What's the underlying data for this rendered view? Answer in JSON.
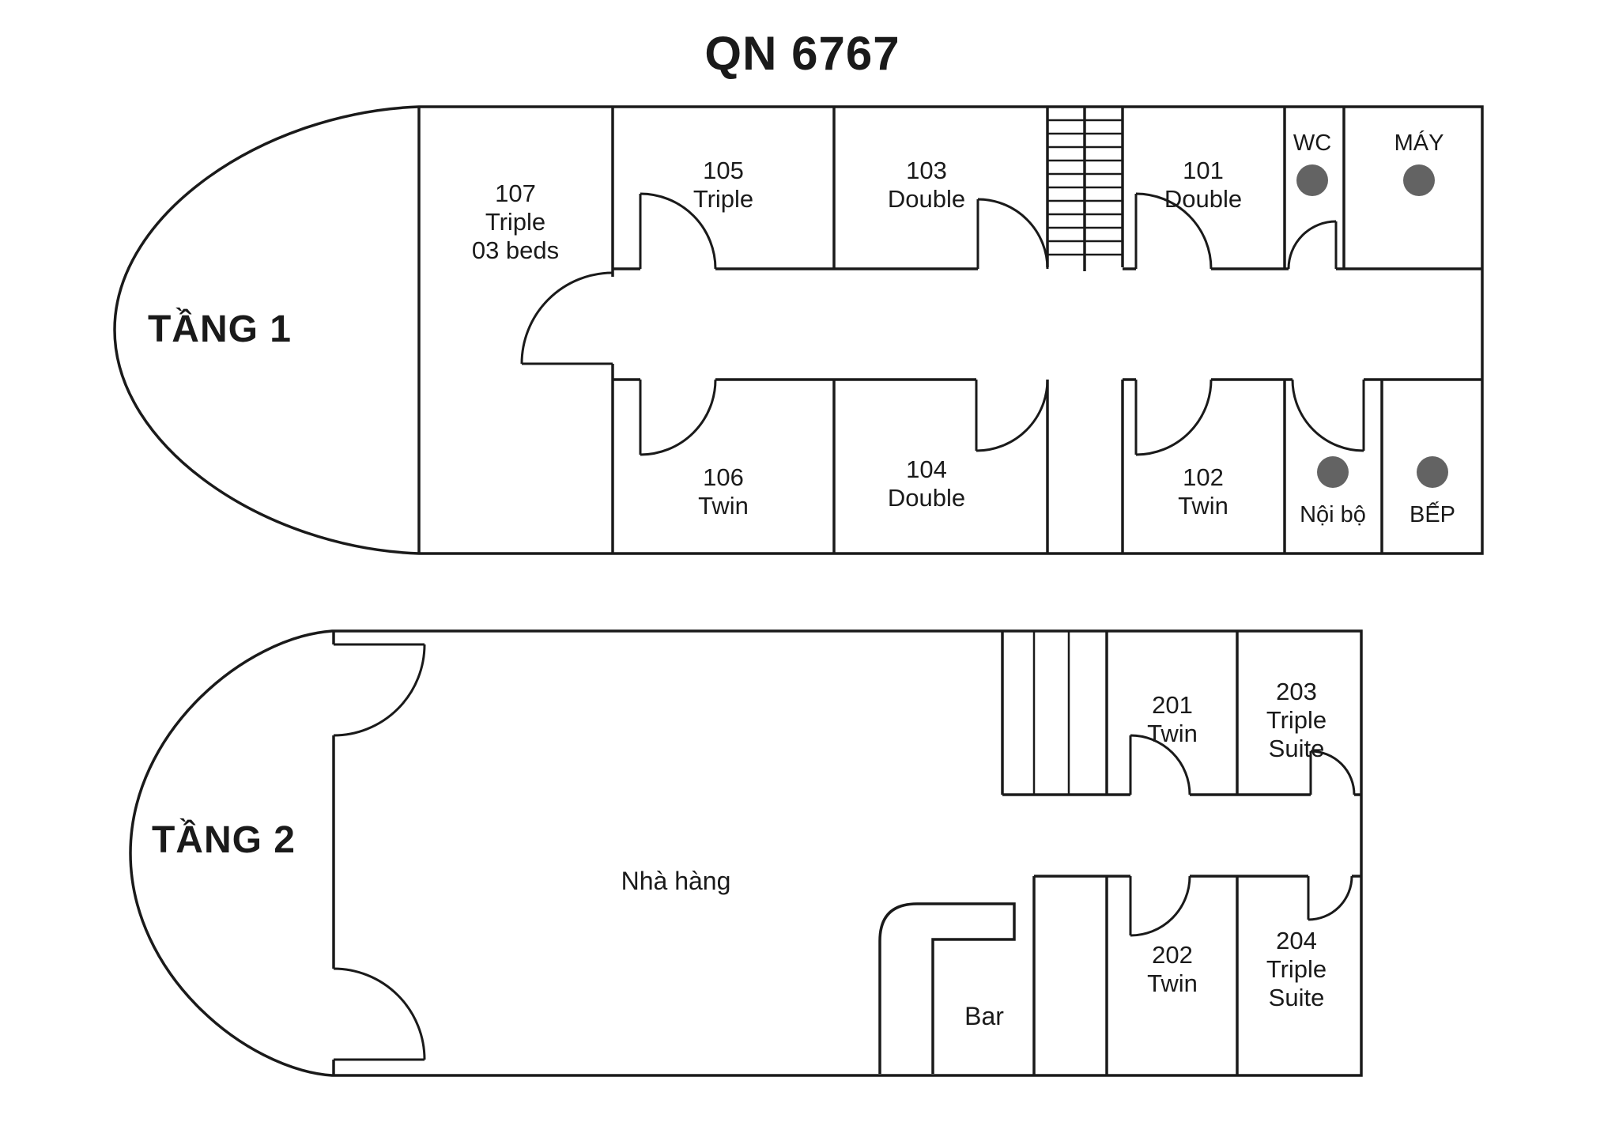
{
  "title": "QN 6767",
  "colors": {
    "line": "#1a1a1a",
    "utility_dot": "#636363",
    "background": "#ffffff"
  },
  "floor1": {
    "name": "TẦNG 1",
    "rooms": {
      "r107": {
        "number": "107",
        "line2": "Triple",
        "line3": "03 beds"
      },
      "r105": {
        "number": "105",
        "line2": "Triple"
      },
      "r103": {
        "number": "103",
        "line2": "Double"
      },
      "r101": {
        "number": "101",
        "line2": "Double"
      },
      "r106": {
        "number": "106",
        "line2": "Twin"
      },
      "r104": {
        "number": "104",
        "line2": "Double"
      },
      "r102": {
        "number": "102",
        "line2": "Twin"
      }
    },
    "utilities": {
      "wc": "WC",
      "may": "MÁY",
      "noibo": "Nội bộ",
      "bep": "BẾP"
    }
  },
  "floor2": {
    "name": "TẦNG 2",
    "areas": {
      "restaurant": "Nhà hàng",
      "bar": "Bar"
    },
    "rooms": {
      "r201": {
        "number": "201",
        "line2": "Twin"
      },
      "r203": {
        "number": "203",
        "line2": "Triple",
        "line3": "Suite"
      },
      "r202": {
        "number": "202",
        "line2": "Twin"
      },
      "r204": {
        "number": "204",
        "line2": "Triple",
        "line3": "Suite"
      }
    }
  }
}
